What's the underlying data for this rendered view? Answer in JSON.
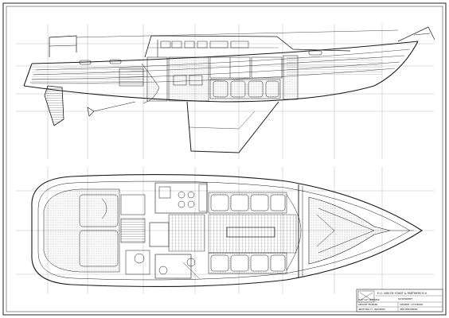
{
  "drawing": {
    "title_block": {
      "firm": "E.G. VAN DE STADT & PARTNERS B.V.",
      "subtitle": "SCHIPSWERFT",
      "rows": [
        "GEDRUKT TEKENING",
        "ONTWERP . UITVOERING",
        "INRICHTING 37 - BIJZONDER",
        "IDEM  ZEEKOENING",
        "MAAT  SCH.  INTERIEUR"
      ]
    },
    "colors": {
      "ink": "#1a1a1a",
      "paper": "#ffffff",
      "grid": "#8a8a8a"
    }
  }
}
